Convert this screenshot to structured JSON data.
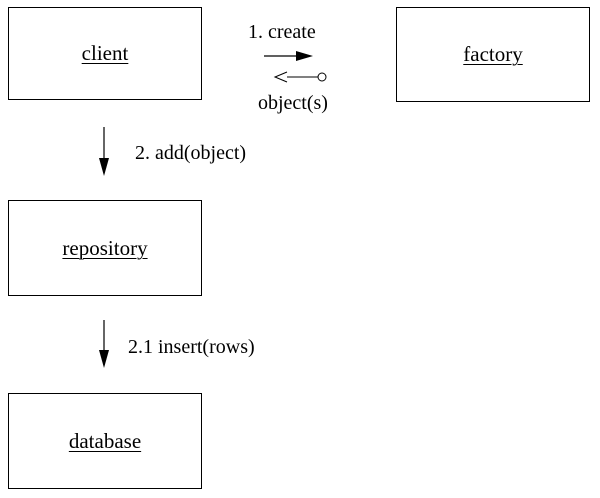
{
  "objects": {
    "client": "client",
    "factory": "factory",
    "repository": "repository",
    "database": "database"
  },
  "messages": {
    "create": "1. create",
    "return": "object(s)",
    "add": "2. add(object)",
    "insert": "2.1 insert(rows)"
  },
  "colors": {
    "stroke": "#000000",
    "background": "#ffffff"
  }
}
